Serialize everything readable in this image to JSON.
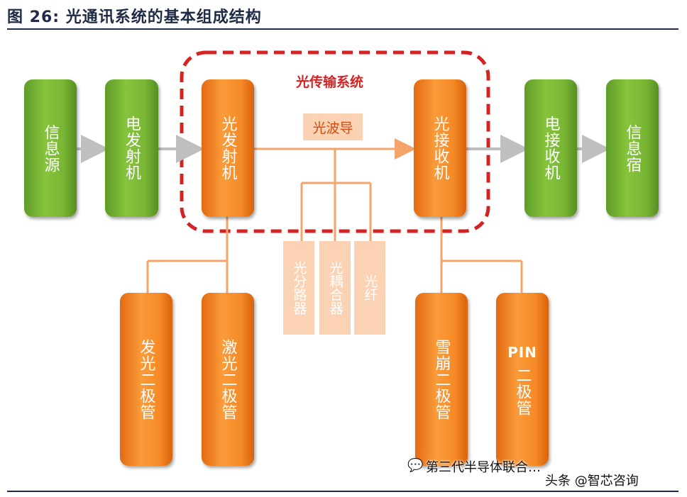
{
  "title": "图 26:  光通讯系统的基本组成结构",
  "system_label": "光传输系统",
  "nodes": {
    "info_source": "信息源",
    "elec_tx": "电发射机",
    "opt_tx": "光发射机",
    "waveguide": "光波导",
    "opt_rx": "光接收机",
    "elec_rx": "电接收机",
    "info_sink": "信息宿",
    "splitter": "光分路器",
    "coupler": "光耦合器",
    "fiber": "光纤",
    "led": "发光二极管",
    "laser": "激光二极管",
    "apd": "雪崩二极管",
    "pin_prefix": "PIN",
    "pin_rest": "二极管"
  },
  "colors": {
    "green": "#79b634",
    "orange": "#f58a26",
    "dashed_border": "#d32323",
    "line": "#f4a46a",
    "arrow_gray": "#bfbfbf"
  },
  "watermark": {
    "icon": "wechat-icon",
    "line1": "第三代半导体联合…",
    "line2": "头条 @智芯咨询"
  }
}
